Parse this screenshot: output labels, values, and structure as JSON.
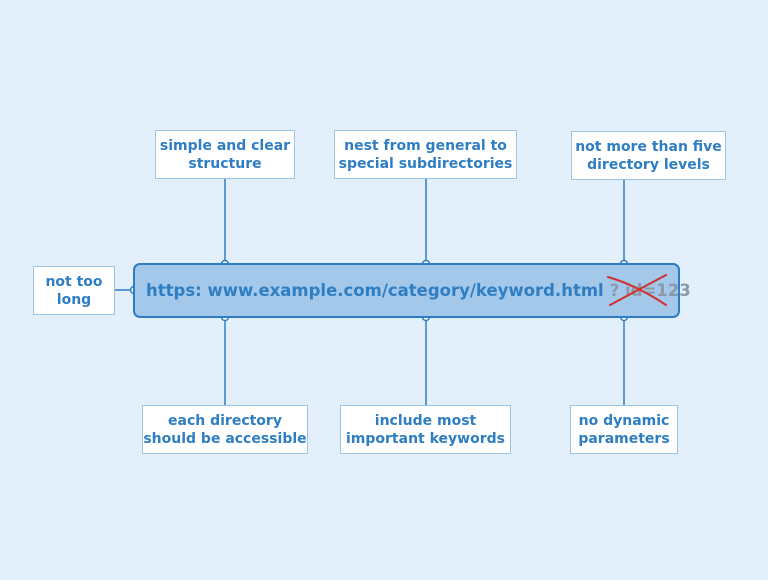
{
  "diagram": {
    "url": "https: www.example.com/category/keyword.html",
    "url_param": "? id=123",
    "colors": {
      "background": "#e3f0fc",
      "accent": "#2f7ec3",
      "bar_fill": "#a3c8ea",
      "strike": "#d03030"
    },
    "nodes": {
      "left": "not too\nlong",
      "top1": "simple and clear\nstructure",
      "top2": "nest from general to\nspecial subdirectories",
      "top3": "not more than five\ndirectory levels",
      "bottom1": "each directory\nshould be accessible",
      "bottom2": "include most\nimportant keywords",
      "bottom3": "no dynamic\nparameters"
    }
  }
}
